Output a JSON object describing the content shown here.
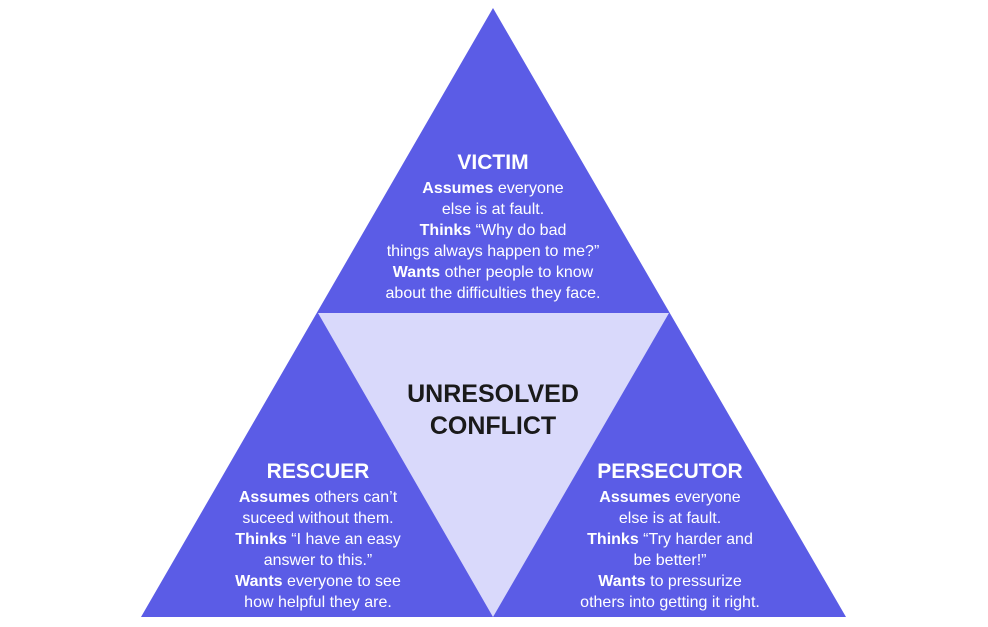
{
  "colors": {
    "outer_triangle": "#5b5ce6",
    "inner_triangle": "#d9d9fb",
    "role_text": "#ffffff",
    "center_text": "#1a1a1a",
    "background": "#ffffff"
  },
  "center": {
    "line1": "UNRESOLVED",
    "line2": "CONFLICT"
  },
  "victim": {
    "title": "VICTIM",
    "assumes_kw": "Assumes",
    "assumes_rest": " everyone",
    "assumes_line2": "else is at fault.",
    "thinks_kw": "Thinks",
    "thinks_rest": " “Why do bad",
    "thinks_line2": "things always happen to me?”",
    "wants_kw": "Wants",
    "wants_rest": " other people to know",
    "wants_line2": "about the difficulties they face."
  },
  "rescuer": {
    "title": "RESCUER",
    "assumes_kw": "Assumes",
    "assumes_rest": " others can’t",
    "assumes_line2": "suceed without them.",
    "thinks_kw": "Thinks",
    "thinks_rest": " “I have an easy",
    "thinks_line2": "answer to this.”",
    "wants_kw": "Wants",
    "wants_rest": " everyone to see",
    "wants_line2": "how helpful they are."
  },
  "persecutor": {
    "title": "PERSECUTOR",
    "assumes_kw": "Assumes",
    "assumes_rest": " everyone",
    "assumes_line2": "else is at fault.",
    "thinks_kw": "Thinks",
    "thinks_rest": " “Try harder and",
    "thinks_line2": "be better!”",
    "wants_kw": "Wants",
    "wants_rest": " to pressurize",
    "wants_line2": "others into getting it right."
  }
}
